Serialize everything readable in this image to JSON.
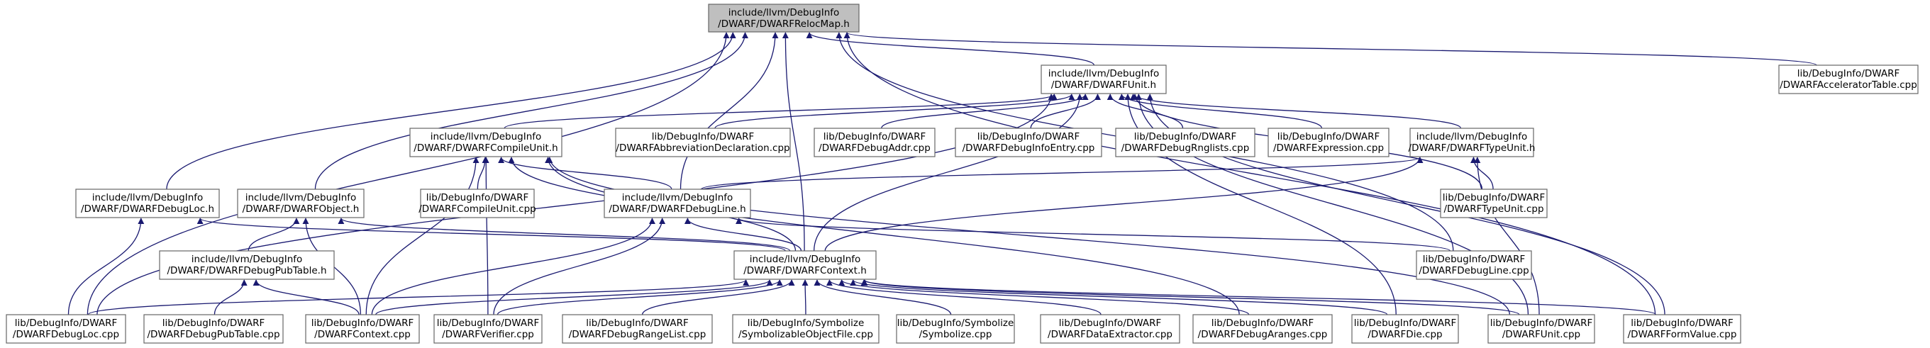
{
  "diagram": {
    "title": "",
    "edge_color": "#191970",
    "root_fill": "#bfbfbf",
    "nodes": [
      {
        "id": "reloc",
        "lines": [
          "include/llvm/DebugInfo",
          "/DWARF/DWARFRelocMap.h"
        ],
        "root": true
      },
      {
        "id": "unit_h",
        "lines": [
          "include/llvm/DebugInfo",
          "/DWARF/DWARFUnit.h"
        ]
      },
      {
        "id": "accel_cpp",
        "lines": [
          "lib/DebugInfo/DWARF",
          "/DWARFAcceleratorTable.cpp"
        ]
      },
      {
        "id": "cu_h",
        "lines": [
          "include/llvm/DebugInfo",
          "/DWARF/DWARFCompileUnit.h"
        ]
      },
      {
        "id": "abbrev_cpp",
        "lines": [
          "lib/DebugInfo/DWARF",
          "/DWARFAbbreviationDeclaration.cpp"
        ]
      },
      {
        "id": "addr_cpp",
        "lines": [
          "lib/DebugInfo/DWARF",
          "/DWARFDebugAddr.cpp"
        ]
      },
      {
        "id": "entry_cpp",
        "lines": [
          "lib/DebugInfo/DWARF",
          "/DWARFDebugInfoEntry.cpp"
        ]
      },
      {
        "id": "rng_cpp",
        "lines": [
          "lib/DebugInfo/DWARF",
          "/DWARFDebugRnglists.cpp"
        ]
      },
      {
        "id": "expr_cpp",
        "lines": [
          "lib/DebugInfo/DWARF",
          "/DWARFExpression.cpp"
        ]
      },
      {
        "id": "tu_h",
        "lines": [
          "include/llvm/DebugInfo",
          "/DWARF/DWARFTypeUnit.h"
        ]
      },
      {
        "id": "loc_h",
        "lines": [
          "include/llvm/DebugInfo",
          "/DWARF/DWARFDebugLoc.h"
        ]
      },
      {
        "id": "obj_h",
        "lines": [
          "include/llvm/DebugInfo",
          "/DWARF/DWARFObject.h"
        ]
      },
      {
        "id": "cu_cpp",
        "lines": [
          "lib/DebugInfo/DWARF",
          "/DWARFCompileUnit.cpp"
        ]
      },
      {
        "id": "line_h",
        "lines": [
          "include/llvm/DebugInfo",
          "/DWARF/DWARFDebugLine.h"
        ]
      },
      {
        "id": "tu_cpp",
        "lines": [
          "lib/DebugInfo/DWARF",
          "/DWARFTypeUnit.cpp"
        ]
      },
      {
        "id": "pub_h",
        "lines": [
          "include/llvm/DebugInfo",
          "/DWARF/DWARFDebugPubTable.h"
        ]
      },
      {
        "id": "ctx_h",
        "lines": [
          "include/llvm/DebugInfo",
          "/DWARF/DWARFContext.h"
        ]
      },
      {
        "id": "line_cpp",
        "lines": [
          "lib/DebugInfo/DWARF",
          "/DWARFDebugLine.cpp"
        ]
      },
      {
        "id": "loc_cpp",
        "lines": [
          "lib/DebugInfo/DWARF",
          "/DWARFDebugLoc.cpp"
        ]
      },
      {
        "id": "pub_cpp",
        "lines": [
          "lib/DebugInfo/DWARF",
          "/DWARFDebugPubTable.cpp"
        ]
      },
      {
        "id": "ctx_cpp",
        "lines": [
          "lib/DebugInfo/DWARF",
          "/DWARFContext.cpp"
        ]
      },
      {
        "id": "ver_cpp",
        "lines": [
          "lib/DebugInfo/DWARF",
          "/DWARFVerifier.cpp"
        ]
      },
      {
        "id": "range_cpp",
        "lines": [
          "lib/DebugInfo/DWARF",
          "/DWARFDebugRangeList.cpp"
        ]
      },
      {
        "id": "symobj_cpp",
        "lines": [
          "lib/DebugInfo/Symbolize",
          "/SymbolizableObjectFile.cpp"
        ]
      },
      {
        "id": "sym_cpp",
        "lines": [
          "lib/DebugInfo/Symbolize",
          "/Symbolize.cpp"
        ]
      },
      {
        "id": "dext_cpp",
        "lines": [
          "lib/DebugInfo/DWARF",
          "/DWARFDataExtractor.cpp"
        ]
      },
      {
        "id": "aranges_cpp",
        "lines": [
          "lib/DebugInfo/DWARF",
          "/DWARFDebugAranges.cpp"
        ]
      },
      {
        "id": "die_cpp",
        "lines": [
          "lib/DebugInfo/DWARF",
          "/DWARFDie.cpp"
        ]
      },
      {
        "id": "unit_cpp",
        "lines": [
          "lib/DebugInfo/DWARF",
          "/DWARFUnit.cpp"
        ]
      },
      {
        "id": "form_cpp",
        "lines": [
          "lib/DebugInfo/DWARF",
          "/DWARFFormValue.cpp"
        ]
      }
    ],
    "edges": [
      [
        "unit_h",
        "reloc"
      ],
      [
        "accel_cpp",
        "reloc"
      ],
      [
        "ctx_h",
        "reloc"
      ],
      [
        "line_h",
        "reloc"
      ],
      [
        "loc_h",
        "reloc"
      ],
      [
        "obj_h",
        "reloc"
      ],
      [
        "loc_cpp",
        "reloc"
      ],
      [
        "form_cpp",
        "reloc"
      ],
      [
        "line_cpp",
        "reloc"
      ],
      [
        "cu_h",
        "unit_h"
      ],
      [
        "abbrev_cpp",
        "unit_h"
      ],
      [
        "addr_cpp",
        "unit_h"
      ],
      [
        "entry_cpp",
        "unit_h"
      ],
      [
        "rng_cpp",
        "unit_h"
      ],
      [
        "expr_cpp",
        "unit_h"
      ],
      [
        "tu_h",
        "unit_h"
      ],
      [
        "tu_cpp",
        "unit_h"
      ],
      [
        "unit_cpp",
        "unit_h"
      ],
      [
        "die_cpp",
        "unit_h"
      ],
      [
        "form_cpp",
        "unit_h"
      ],
      [
        "ctx_h",
        "unit_h"
      ],
      [
        "loc_cpp",
        "unit_h"
      ],
      [
        "cu_cpp",
        "cu_h"
      ],
      [
        "ctx_h",
        "cu_h"
      ],
      [
        "line_h",
        "cu_h"
      ],
      [
        "ctx_cpp",
        "cu_h"
      ],
      [
        "ver_cpp",
        "cu_h"
      ],
      [
        "unit_cpp",
        "cu_h"
      ],
      [
        "aranges_cpp",
        "cu_h"
      ],
      [
        "tu_cpp",
        "tu_h"
      ],
      [
        "ctx_h",
        "tu_h"
      ],
      [
        "line_h",
        "tu_h"
      ],
      [
        "unit_cpp",
        "tu_h"
      ],
      [
        "ctx_h",
        "line_h"
      ],
      [
        "ctx_cpp",
        "line_h"
      ],
      [
        "ver_cpp",
        "line_h"
      ],
      [
        "line_cpp",
        "line_h"
      ],
      [
        "loc_cpp",
        "loc_h"
      ],
      [
        "ctx_h",
        "loc_h"
      ],
      [
        "ctx_h",
        "obj_h"
      ],
      [
        "pub_h",
        "obj_h"
      ],
      [
        "ctx_cpp",
        "obj_h"
      ],
      [
        "pub_cpp",
        "pub_h"
      ],
      [
        "ctx_cpp",
        "pub_h"
      ],
      [
        "loc_cpp",
        "ctx_h"
      ],
      [
        "ctx_cpp",
        "ctx_h"
      ],
      [
        "ver_cpp",
        "ctx_h"
      ],
      [
        "range_cpp",
        "ctx_h"
      ],
      [
        "symobj_cpp",
        "ctx_h"
      ],
      [
        "sym_cpp",
        "ctx_h"
      ],
      [
        "dext_cpp",
        "ctx_h"
      ],
      [
        "aranges_cpp",
        "ctx_h"
      ],
      [
        "die_cpp",
        "ctx_h"
      ],
      [
        "unit_cpp",
        "ctx_h"
      ],
      [
        "form_cpp",
        "ctx_h"
      ]
    ]
  }
}
